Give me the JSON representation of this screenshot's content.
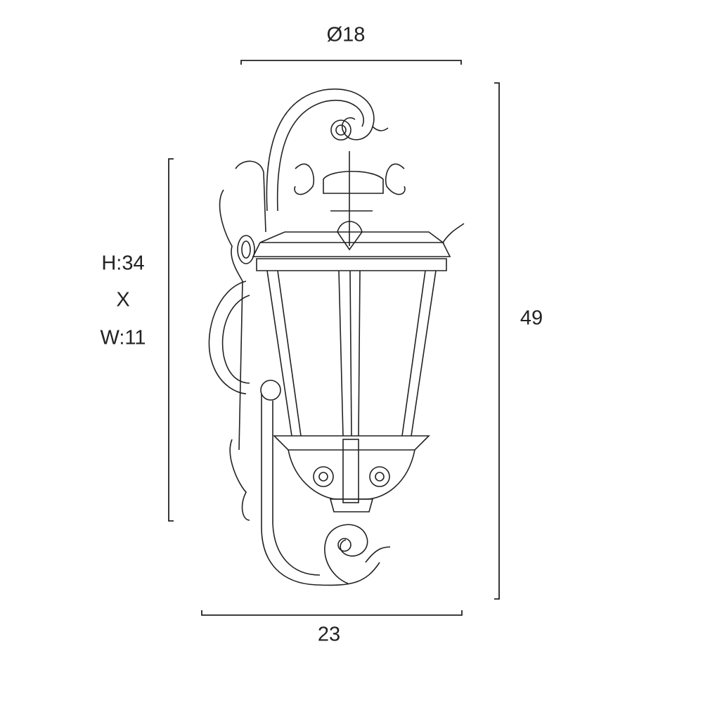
{
  "dimensions": {
    "top_diameter": "Ø18",
    "total_height": "49",
    "bottom_width": "23",
    "backplate_height": "H:34",
    "backplate_separator": "X",
    "backplate_width": "W:11"
  },
  "colors": {
    "line": "#222222",
    "background": "#ffffff"
  }
}
